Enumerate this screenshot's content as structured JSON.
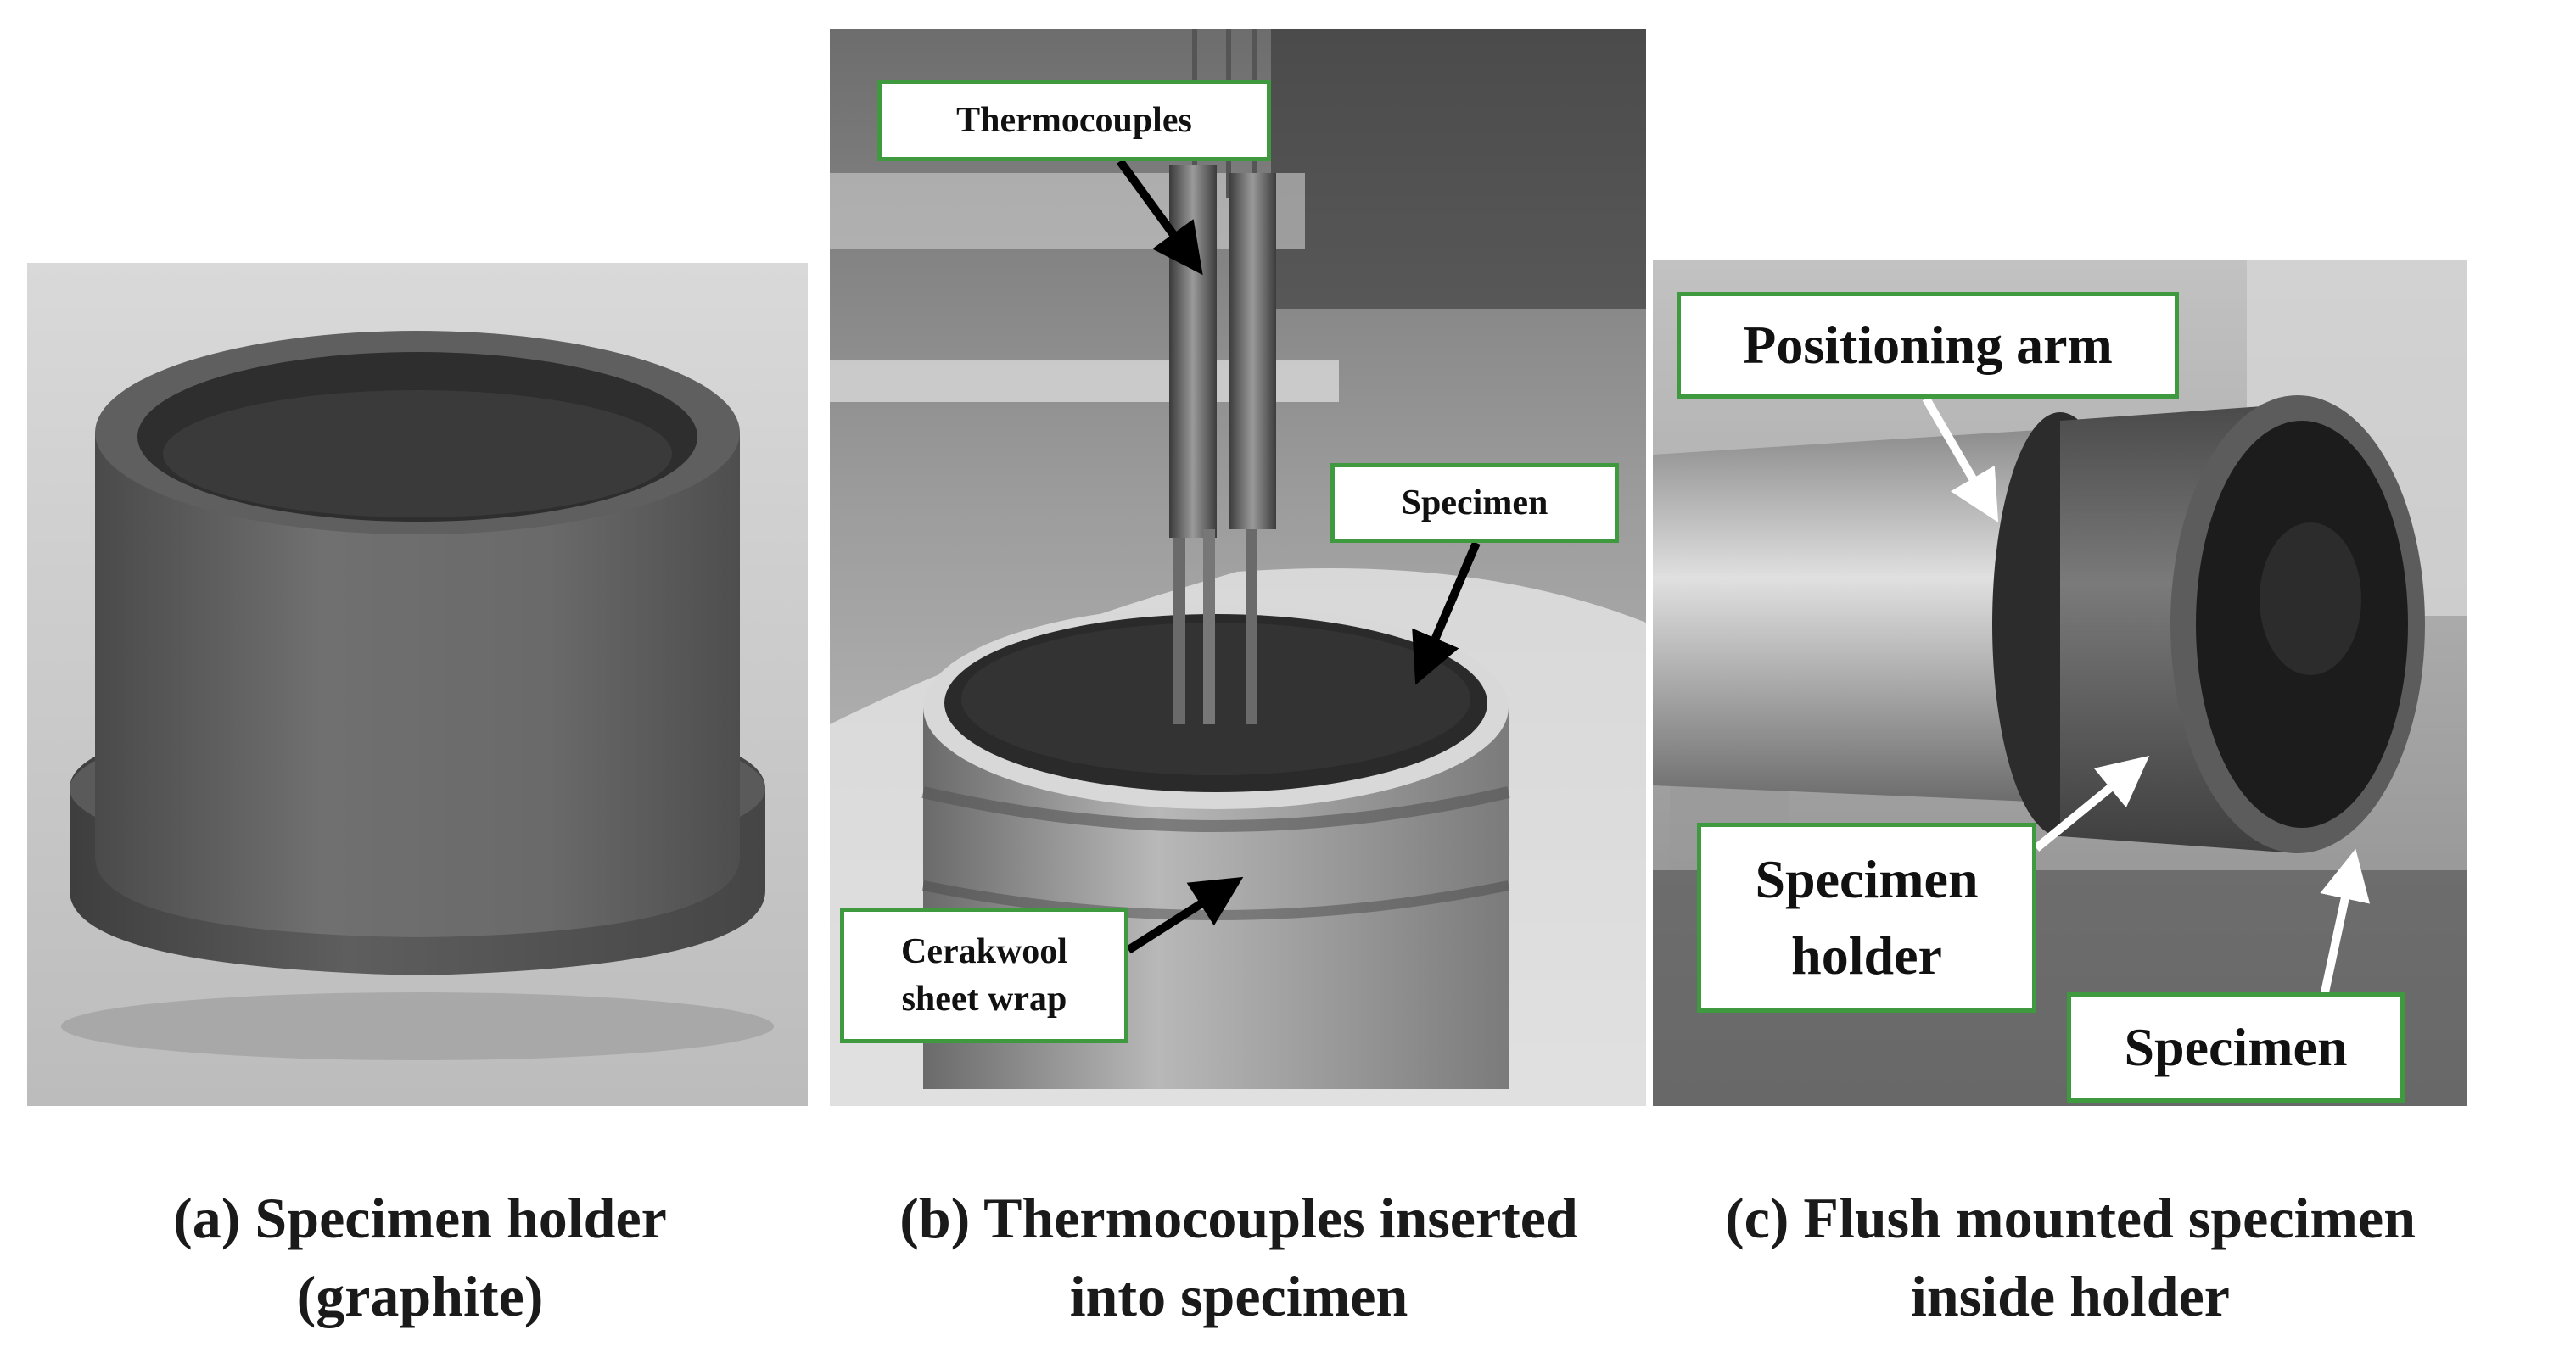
{
  "panels": [
    {
      "caption_lines": [
        "(a) Specimen holder",
        "(graphite)"
      ]
    },
    {
      "caption_lines": [
        "(b) Thermocouples inserted",
        "into specimen"
      ],
      "labels": {
        "thermocouples": "Thermocouples",
        "specimen": "Specimen",
        "cerakwool_lines": [
          "Cerakwool",
          "sheet wrap"
        ]
      }
    },
    {
      "caption_lines": [
        "(c) Flush mounted specimen",
        "inside holder"
      ],
      "labels": {
        "positioning_arm": "Positioning arm",
        "holder_lines": [
          "Specimen",
          "holder"
        ],
        "specimen": "Specimen"
      }
    }
  ],
  "colors": {
    "label_border": "#3f9a3f",
    "label_fill": "#ffffff",
    "caption_text": "#1a1a1a"
  }
}
